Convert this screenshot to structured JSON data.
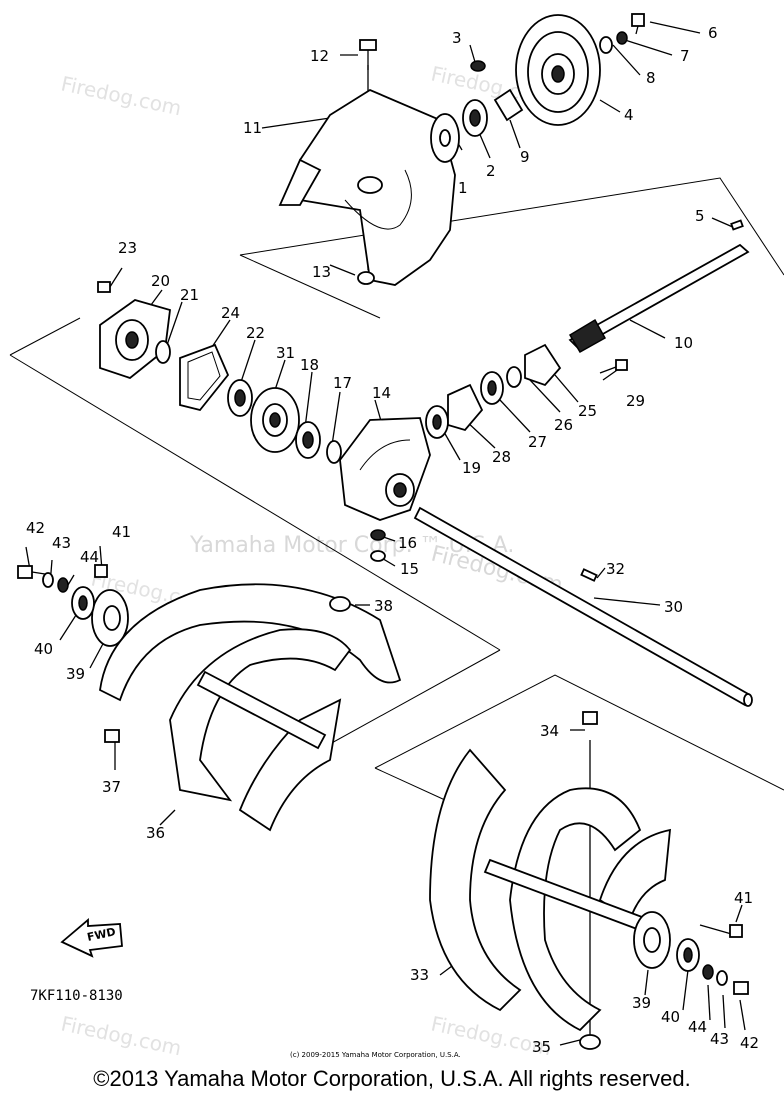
{
  "watermark": {
    "line1": "Yamaha Motor Corp. ™ U.S.A.",
    "line2": "Firedog.com",
    "corner": "Firedog.com"
  },
  "diagram_code": "7KF110-8130",
  "fwd_label": "FWD",
  "small_copyright": "(c) 2009-2015 Yamaha Motor Corporation, U.S.A.",
  "footer": "©2013 Yamaha Motor Corporation, U.S.A. All rights reserved.",
  "callouts": [
    "1",
    "2",
    "3",
    "4",
    "5",
    "6",
    "7",
    "8",
    "9",
    "10",
    "11",
    "12",
    "13",
    "14",
    "15",
    "16",
    "17",
    "18",
    "19",
    "20",
    "21",
    "22",
    "23",
    "24",
    "25",
    "26",
    "27",
    "28",
    "29",
    "30",
    "31",
    "32",
    "33",
    "34",
    "35",
    "36",
    "37",
    "38",
    "39",
    "40",
    "41",
    "42",
    "43",
    "44",
    "39",
    "40",
    "41",
    "42",
    "43",
    "44"
  ]
}
